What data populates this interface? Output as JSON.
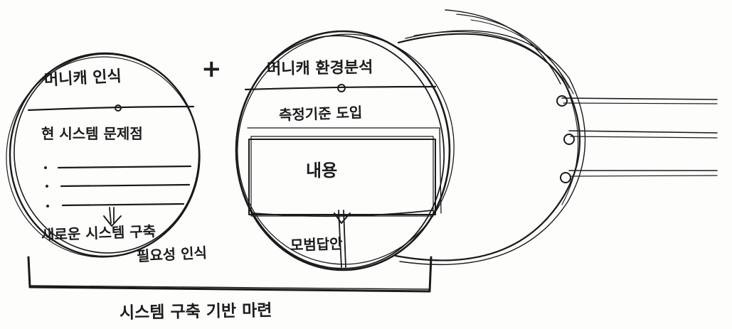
{
  "left_circle": {
    "title": "머니캐 인식",
    "subtitle": "현 시스템 문제점",
    "bullets": 3,
    "conclusion_line1": "새로운 시스템 구축",
    "conclusion_line2": "필요성 인식"
  },
  "plus": "+",
  "right_circle": {
    "title": "머니캐 환경분석",
    "subtitle": "측정기준 도입",
    "box_label": "내용",
    "result": "모범답안"
  },
  "connector_lines": 3,
  "caption": "시스템 구축 기반 마련"
}
